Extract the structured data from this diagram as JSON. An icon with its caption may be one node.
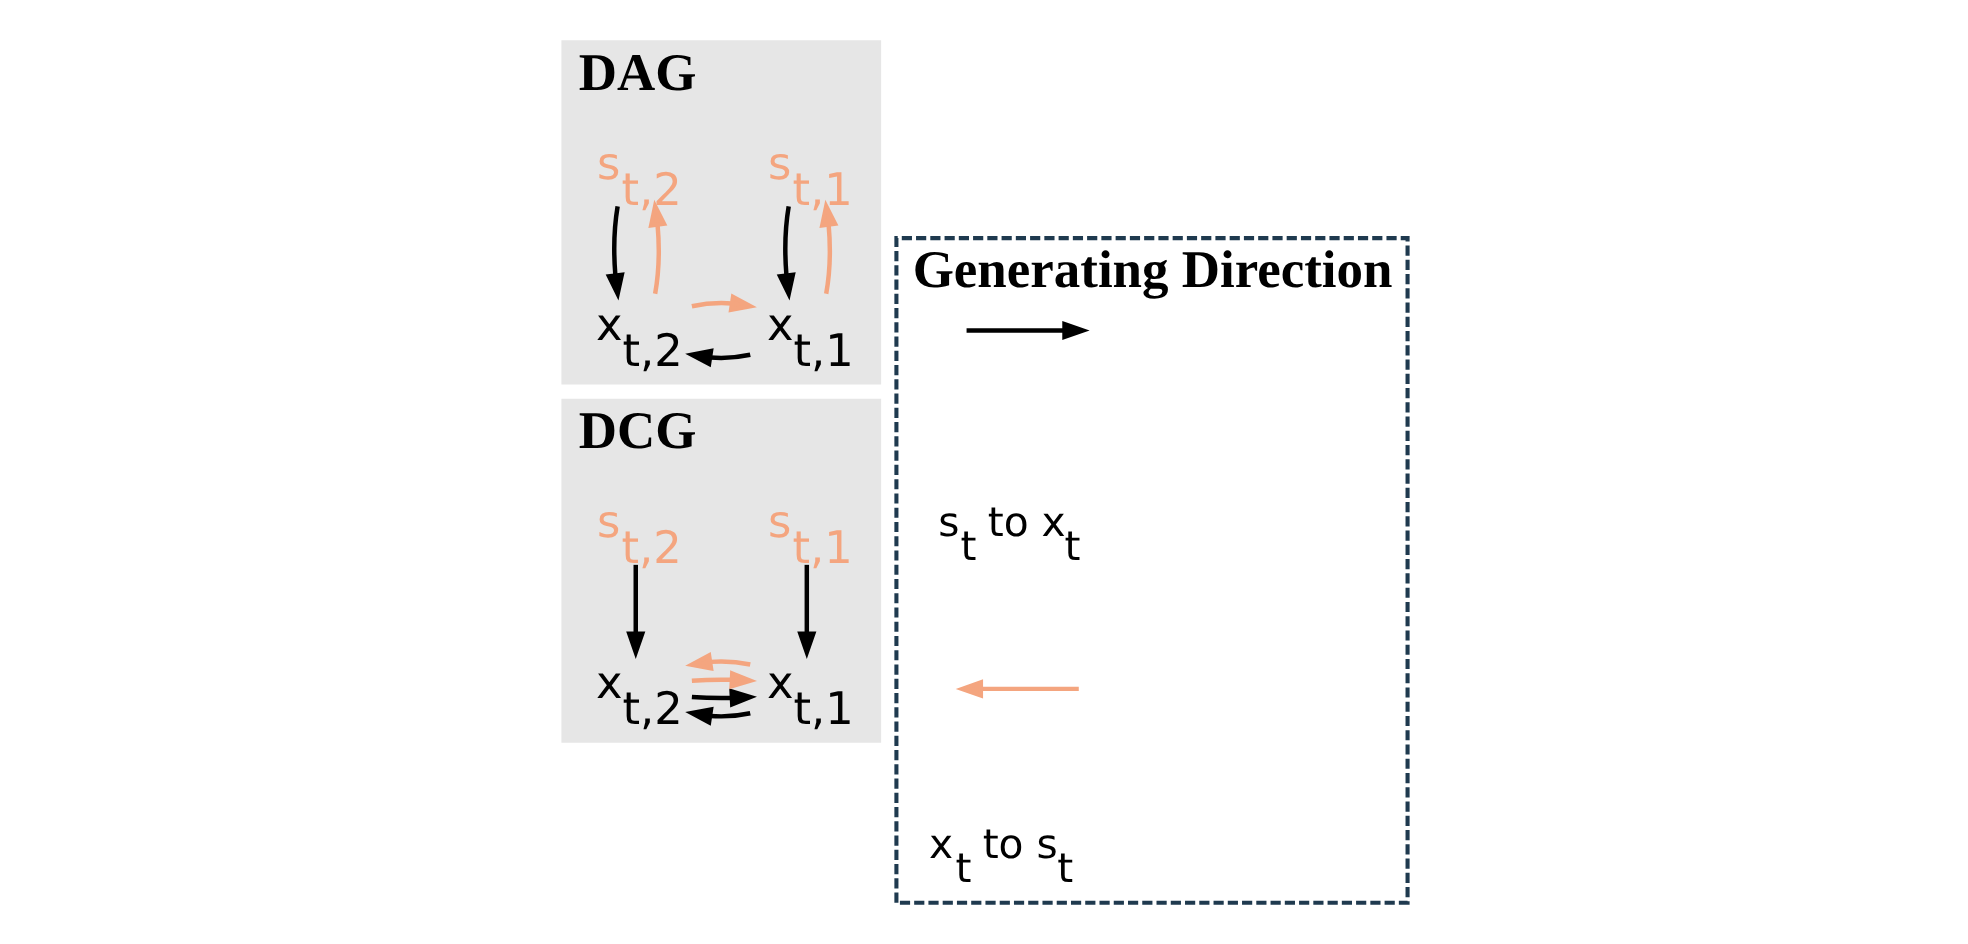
{
  "diagram": {
    "nodes": [
      {
        "text": [
          "DAG"
        ]
      },
      {
        "text": [
          "s$_{t,1}$"
        ],
        "in": 0
      },
      {
        "text": [
          "x$_{t,1}$"
        ],
        "in": 0
      },
      {
        "text": [
          "x$_{t,2}$"
        ],
        "in": 0
      },
      {
        "text": [
          "s$_{t,2}$"
        ],
        "in": 0
      },
      {
        "text": [
          "DCG"
        ]
      },
      {
        "text": [
          "s$_{t,1}$"
        ],
        "in": 5
      },
      {
        "text": [
          "x$_{t,1}$"
        ],
        "in": 5
      },
      {
        "text": [
          "x$_{t,2}$"
        ],
        "in": 5
      },
      {
        "text": [
          "s$_{t,2}$"
        ],
        "in": 5
      },
      {
        "text": [
          "Generating Direction"
        ]
      }
    ],
    "edges": [
      {
        "from": 1,
        "to": 2,
        "arrow": "to"
      },
      {
        "from": 4,
        "to": 3,
        "arrow": "to"
      },
      {
        "from": 2,
        "to": 3,
        "arrow": "to"
      },
      {
        "from": 3,
        "to": 2,
        "arrow": "to",
        "color": "#f4a57f"
      },
      {
        "from": 2,
        "to": 1,
        "arrow": "to",
        "color": "#f4a57f"
      },
      {
        "from": 3,
        "to": 4,
        "arrow": "to",
        "color": "#f4a57f"
      },
      {
        "from": 6,
        "to": 7,
        "arrow": "to"
      },
      {
        "from": 9,
        "to": 8,
        "arrow": "to"
      },
      {
        "from": 7,
        "to": 8,
        "arrow": "to"
      },
      {
        "from": 8,
        "to": 7,
        "arrow": "to"
      },
      {
        "from": 8,
        "to": 7,
        "arrow": "to",
        "color": "#f4a57f"
      },
      {
        "from": 7,
        "to": 8,
        "arrow": "to",
        "color": "#f4a57f"
      }
    ],
    "legend": [
      {
        "text": "s$_{t}$ to x$_{t}$"
      },
      {
        "text": "x$_{t}$ to s$_{t}$"
      }
    ]
  }
}
